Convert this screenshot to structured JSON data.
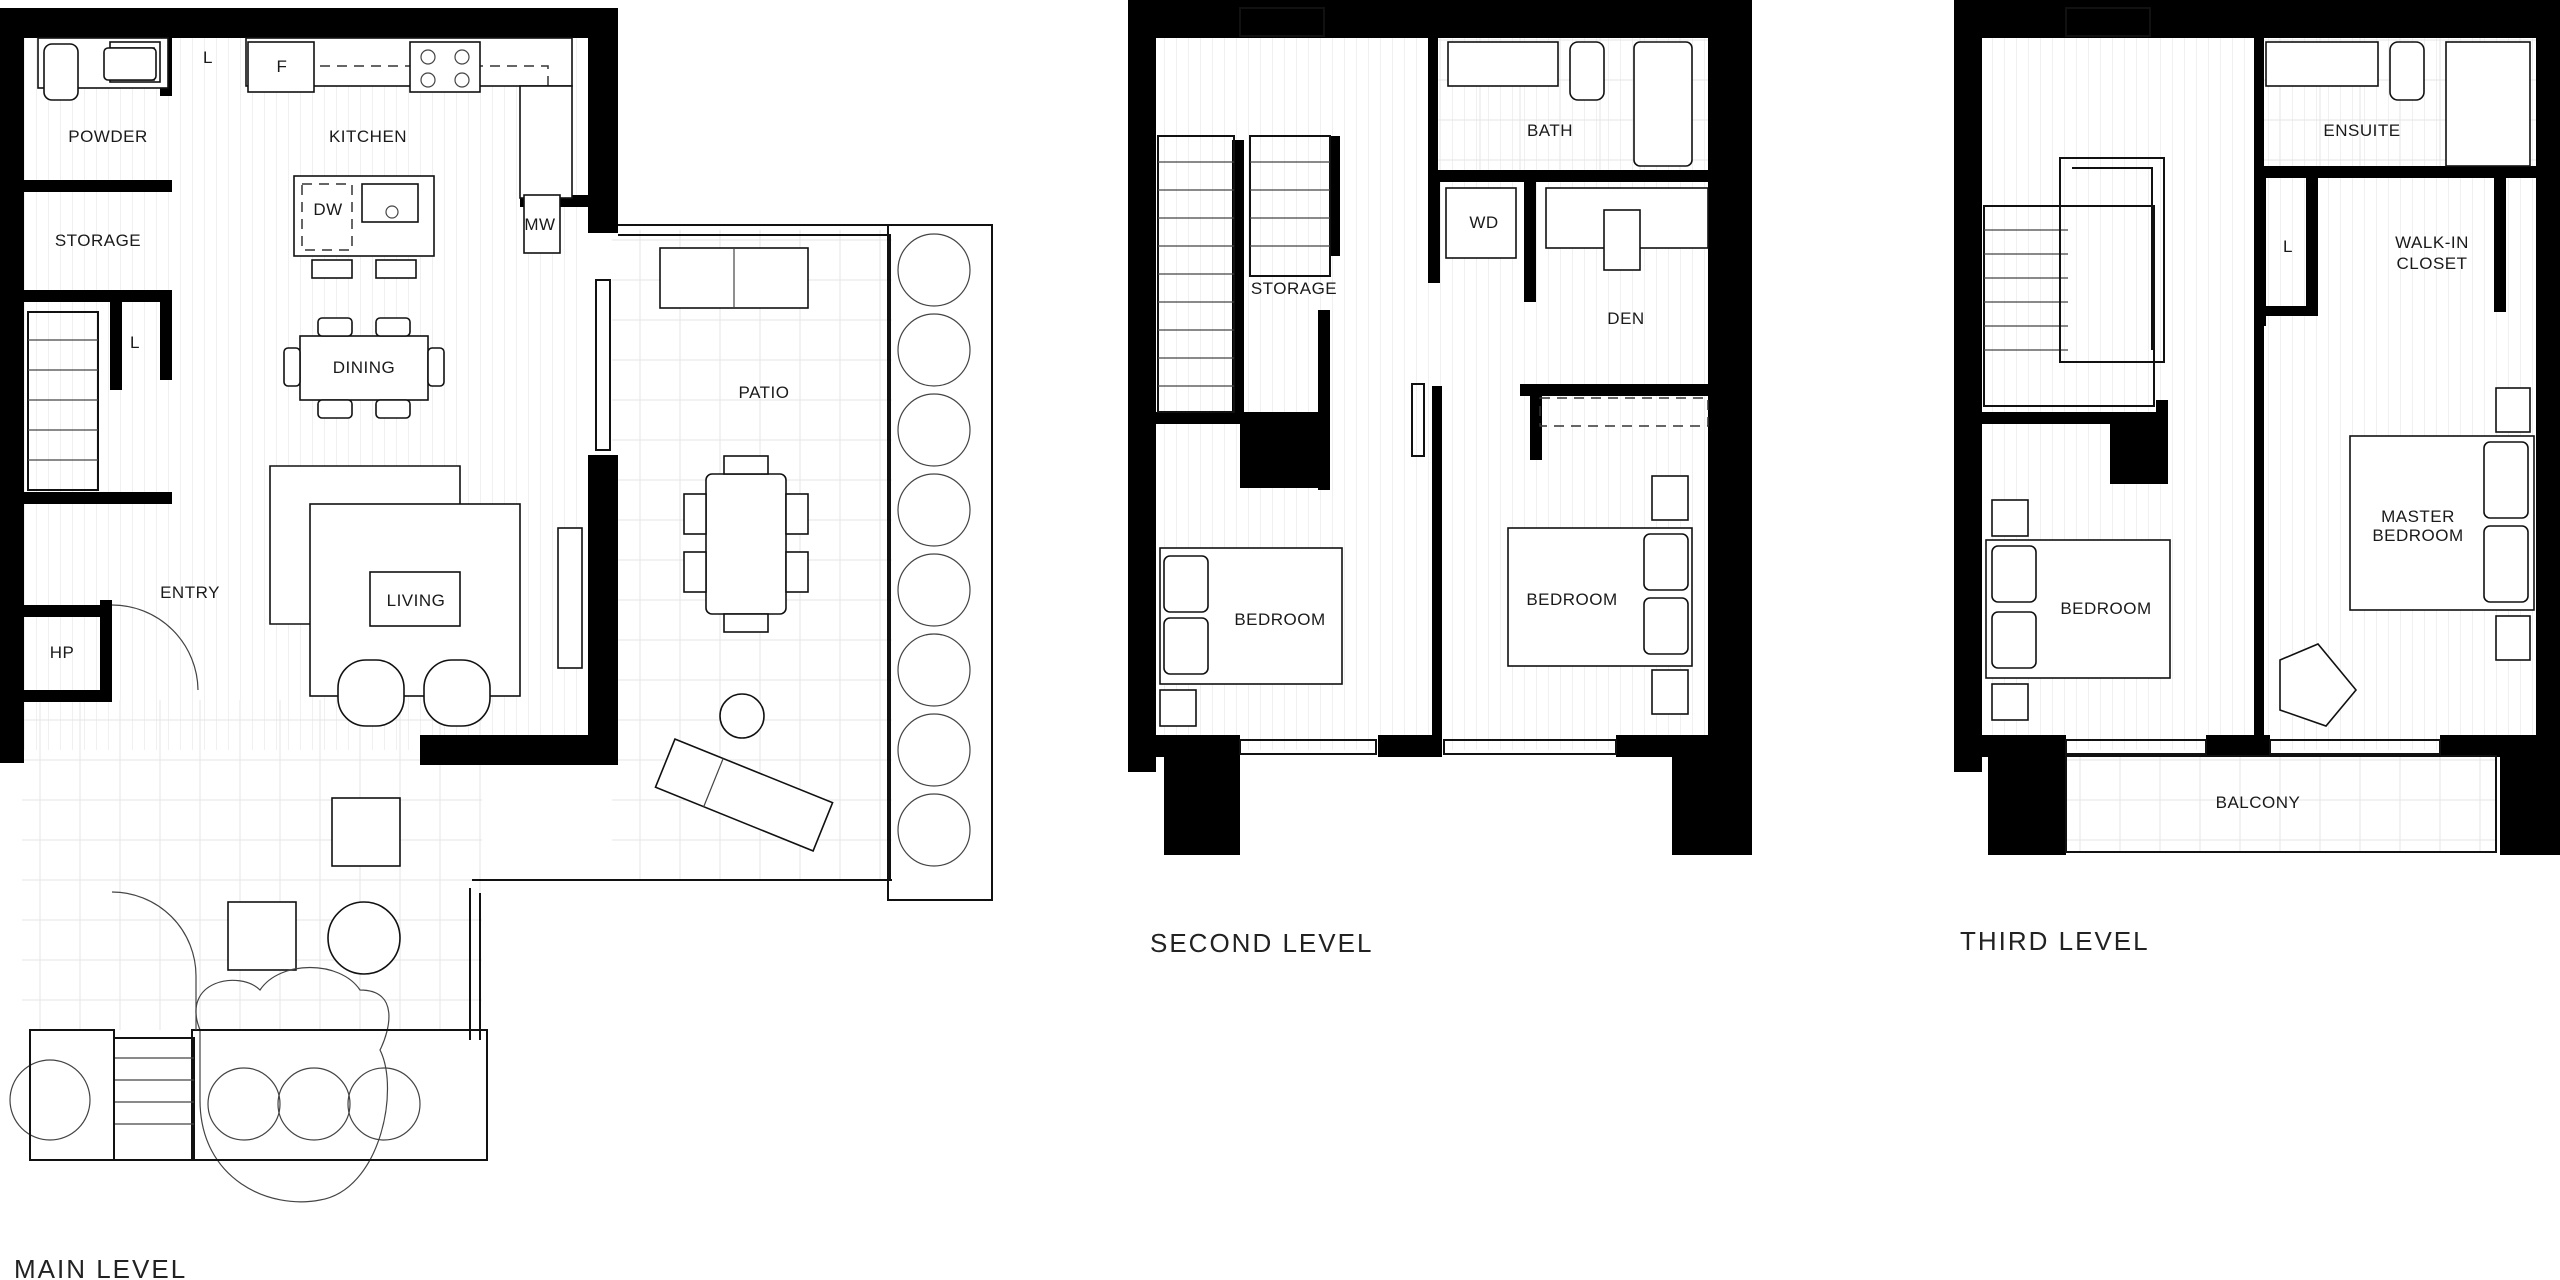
{
  "levels": {
    "main": {
      "title": "MAIN LEVEL",
      "rooms": {
        "powder": "POWDER",
        "kitchen": "KITCHEN",
        "storage": "STORAGE",
        "dining": "DINING",
        "living": "LIVING",
        "entry": "ENTRY",
        "patio": "PATIO",
        "hp": "HP",
        "linen1": "L",
        "linen2": "L",
        "fridge": "F",
        "dishwasher": "DW",
        "microwave": "MW"
      }
    },
    "second": {
      "title": "SECOND LEVEL",
      "rooms": {
        "bath": "BATH",
        "wd": "WD",
        "storage": "STORAGE",
        "den": "DEN",
        "bedroom_left": "BEDROOM",
        "bedroom_right": "BEDROOM"
      }
    },
    "third": {
      "title": "THIRD LEVEL",
      "rooms": {
        "ensuite": "ENSUITE",
        "linen": "L",
        "walkin_line1": "WALK-IN",
        "walkin_line2": "CLOSET",
        "master_line1": "MASTER",
        "master_line2": "BEDROOM",
        "bedroom": "BEDROOM",
        "balcony": "BALCONY"
      }
    }
  },
  "colors": {
    "walls": "#000000",
    "lines": "#111111",
    "background": "#ffffff"
  }
}
